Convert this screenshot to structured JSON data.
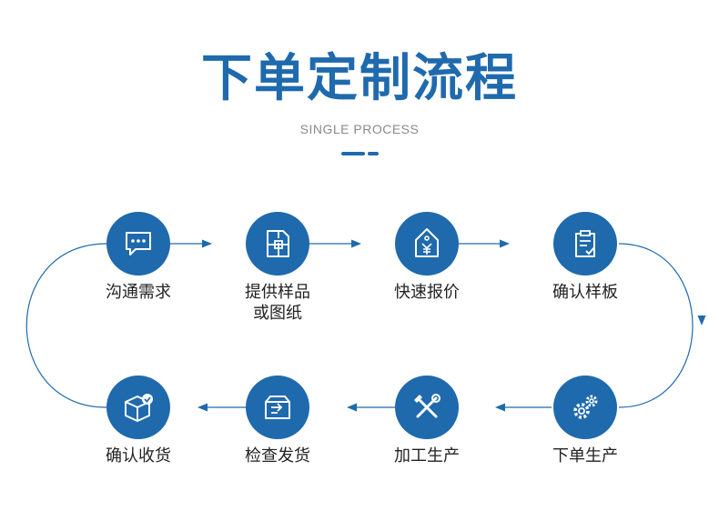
{
  "header": {
    "title": "下单定制流程",
    "subtitle": "SINGLE PROCESS"
  },
  "colors": {
    "primary": "#1f6aad",
    "text": "#222222",
    "subtitle": "#8a8a8a"
  },
  "steps": [
    {
      "icon": "chat-bubble-icon",
      "label": "沟通需求"
    },
    {
      "icon": "document-sample-icon",
      "label_line1": "提供样品",
      "label_line2": "或图纸"
    },
    {
      "icon": "price-tag-icon",
      "label": "快速报价"
    },
    {
      "icon": "clipboard-check-icon",
      "label": "确认样板"
    },
    {
      "icon": "gears-icon",
      "label": "下单生产"
    },
    {
      "icon": "tools-icon",
      "label": "加工生产"
    },
    {
      "icon": "shipping-box-icon",
      "label": "检查发货"
    },
    {
      "icon": "package-check-icon",
      "label": "确认收货"
    }
  ]
}
